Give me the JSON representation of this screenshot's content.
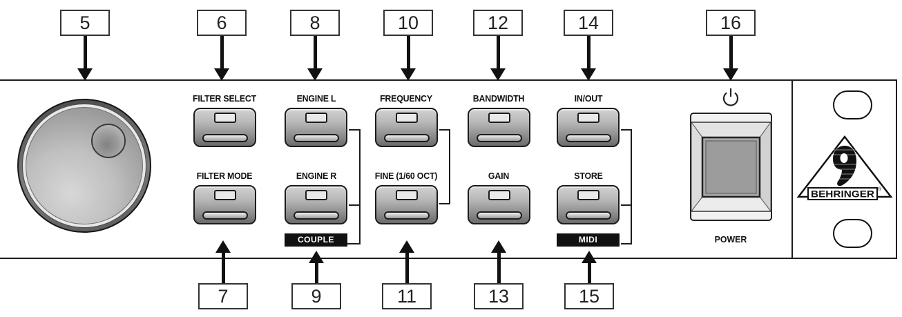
{
  "callouts": {
    "top": [
      "5",
      "6",
      "8",
      "10",
      "12",
      "14",
      "16"
    ],
    "bottom": [
      "7",
      "9",
      "11",
      "13",
      "15"
    ]
  },
  "panel": {
    "buttons": {
      "row1": [
        "FILTER SELECT",
        "ENGINE L",
        "FREQUENCY",
        "BANDWIDTH",
        "IN/OUT"
      ],
      "row2": [
        "FILTER MODE",
        "ENGINE R",
        "FINE (1/60 OCT)",
        "GAIN",
        "STORE"
      ]
    },
    "tags": {
      "couple": "COUPLE",
      "midi": "MIDI"
    },
    "power": {
      "label": "POWER"
    },
    "brand": {
      "name": "BEHRINGER",
      "registered": "®"
    }
  },
  "icons": {
    "power": "power-icon",
    "ear": "behringer-ear-logo"
  },
  "colors": {
    "line": "#1c1c1c",
    "button_top": "#d2d2d2",
    "button_bottom": "#6b6b6b",
    "led": "#e9e9e9",
    "tag_bg": "#111111",
    "tag_text": "#ffffff"
  }
}
